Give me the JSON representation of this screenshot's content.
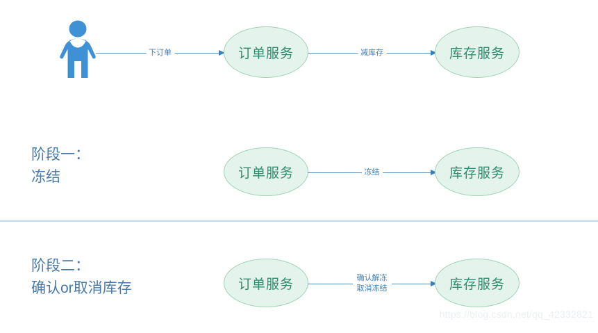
{
  "diagram": {
    "actor": {
      "icon": "person-icon"
    },
    "divider": {
      "color": "#c3d8ec"
    },
    "colors": {
      "node_fill": "#e4f4ec",
      "node_stroke": "#9ed3b8",
      "node_text": "#2e8b6f",
      "edge": "#5b8db8",
      "edge_label_text": "#3f7fb5",
      "phase_text": "#4a7ba8",
      "actor": "#3d91d4",
      "watermark": "#eceff1"
    },
    "rows": [
      {
        "id": "row-baseline",
        "phase_title": "",
        "phase_subtitle": "",
        "nodes": [
          {
            "id": "order-service-1",
            "label": "订单服务"
          },
          {
            "id": "stock-service-1",
            "label": "库存服务"
          }
        ],
        "edges": [
          {
            "id": "user-to-order",
            "label": "下订单",
            "label2": ""
          },
          {
            "id": "order-to-stock",
            "label": "减库存",
            "label2": ""
          }
        ]
      },
      {
        "id": "row-phase-1",
        "phase_title": "阶段一：",
        "phase_subtitle": "冻结",
        "nodes": [
          {
            "id": "order-service-2",
            "label": "订单服务"
          },
          {
            "id": "stock-service-2",
            "label": "库存服务"
          }
        ],
        "edges": [
          {
            "id": "order-to-stock-freeze",
            "label": "冻结",
            "label2": ""
          }
        ]
      },
      {
        "id": "row-phase-2",
        "phase_title": "阶段二：",
        "phase_subtitle": "确认or取消库存",
        "nodes": [
          {
            "id": "order-service-3",
            "label": "订单服务"
          },
          {
            "id": "stock-service-3",
            "label": "库存服务"
          }
        ],
        "edges": [
          {
            "id": "order-to-stock-confirm",
            "label": "确认解冻",
            "label2": "取消冻结"
          }
        ]
      }
    ],
    "watermark": "https://blog.csdn.net/qq_42332821"
  }
}
